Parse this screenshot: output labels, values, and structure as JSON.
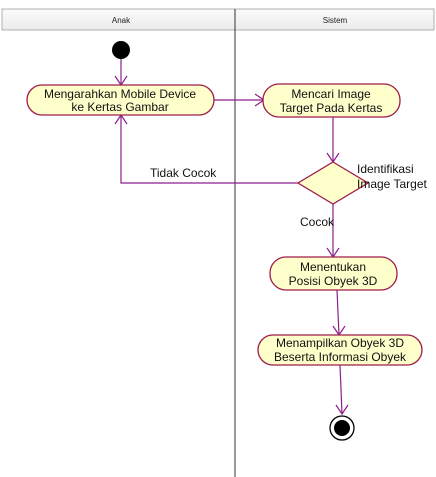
{
  "lanes": [
    {
      "id": "anak",
      "label": "Anak"
    },
    {
      "id": "sistem",
      "label": "Sistem"
    }
  ],
  "nodes": {
    "start": {
      "type": "initial"
    },
    "mengarahkan": {
      "type": "action",
      "lines": [
        "Mengarahkan Mobile Device",
        "ke Kertas Gambar"
      ]
    },
    "mencari": {
      "type": "action",
      "lines": [
        "Mencari Image",
        "Target Pada Kertas"
      ]
    },
    "identifikasi": {
      "type": "decision",
      "lines": [
        "Identifikasi",
        "Image Target"
      ]
    },
    "menentukan": {
      "type": "action",
      "lines": [
        "Menentukan",
        "Posisi Obyek 3D"
      ]
    },
    "menampilkan": {
      "type": "action",
      "lines": [
        "Menampilkan Obyek 3D",
        "Beserta Informasi Obyek"
      ]
    },
    "end": {
      "type": "final"
    }
  },
  "edges": {
    "tidak_cocok": {
      "label": "Tidak Cocok"
    },
    "cocok": {
      "label": "Cocok"
    }
  },
  "colors": {
    "action_fill": "#ffffcc",
    "action_border": "#9e1b4a",
    "edge": "#8e1f8a",
    "header_bg": "#f4f4f4"
  }
}
